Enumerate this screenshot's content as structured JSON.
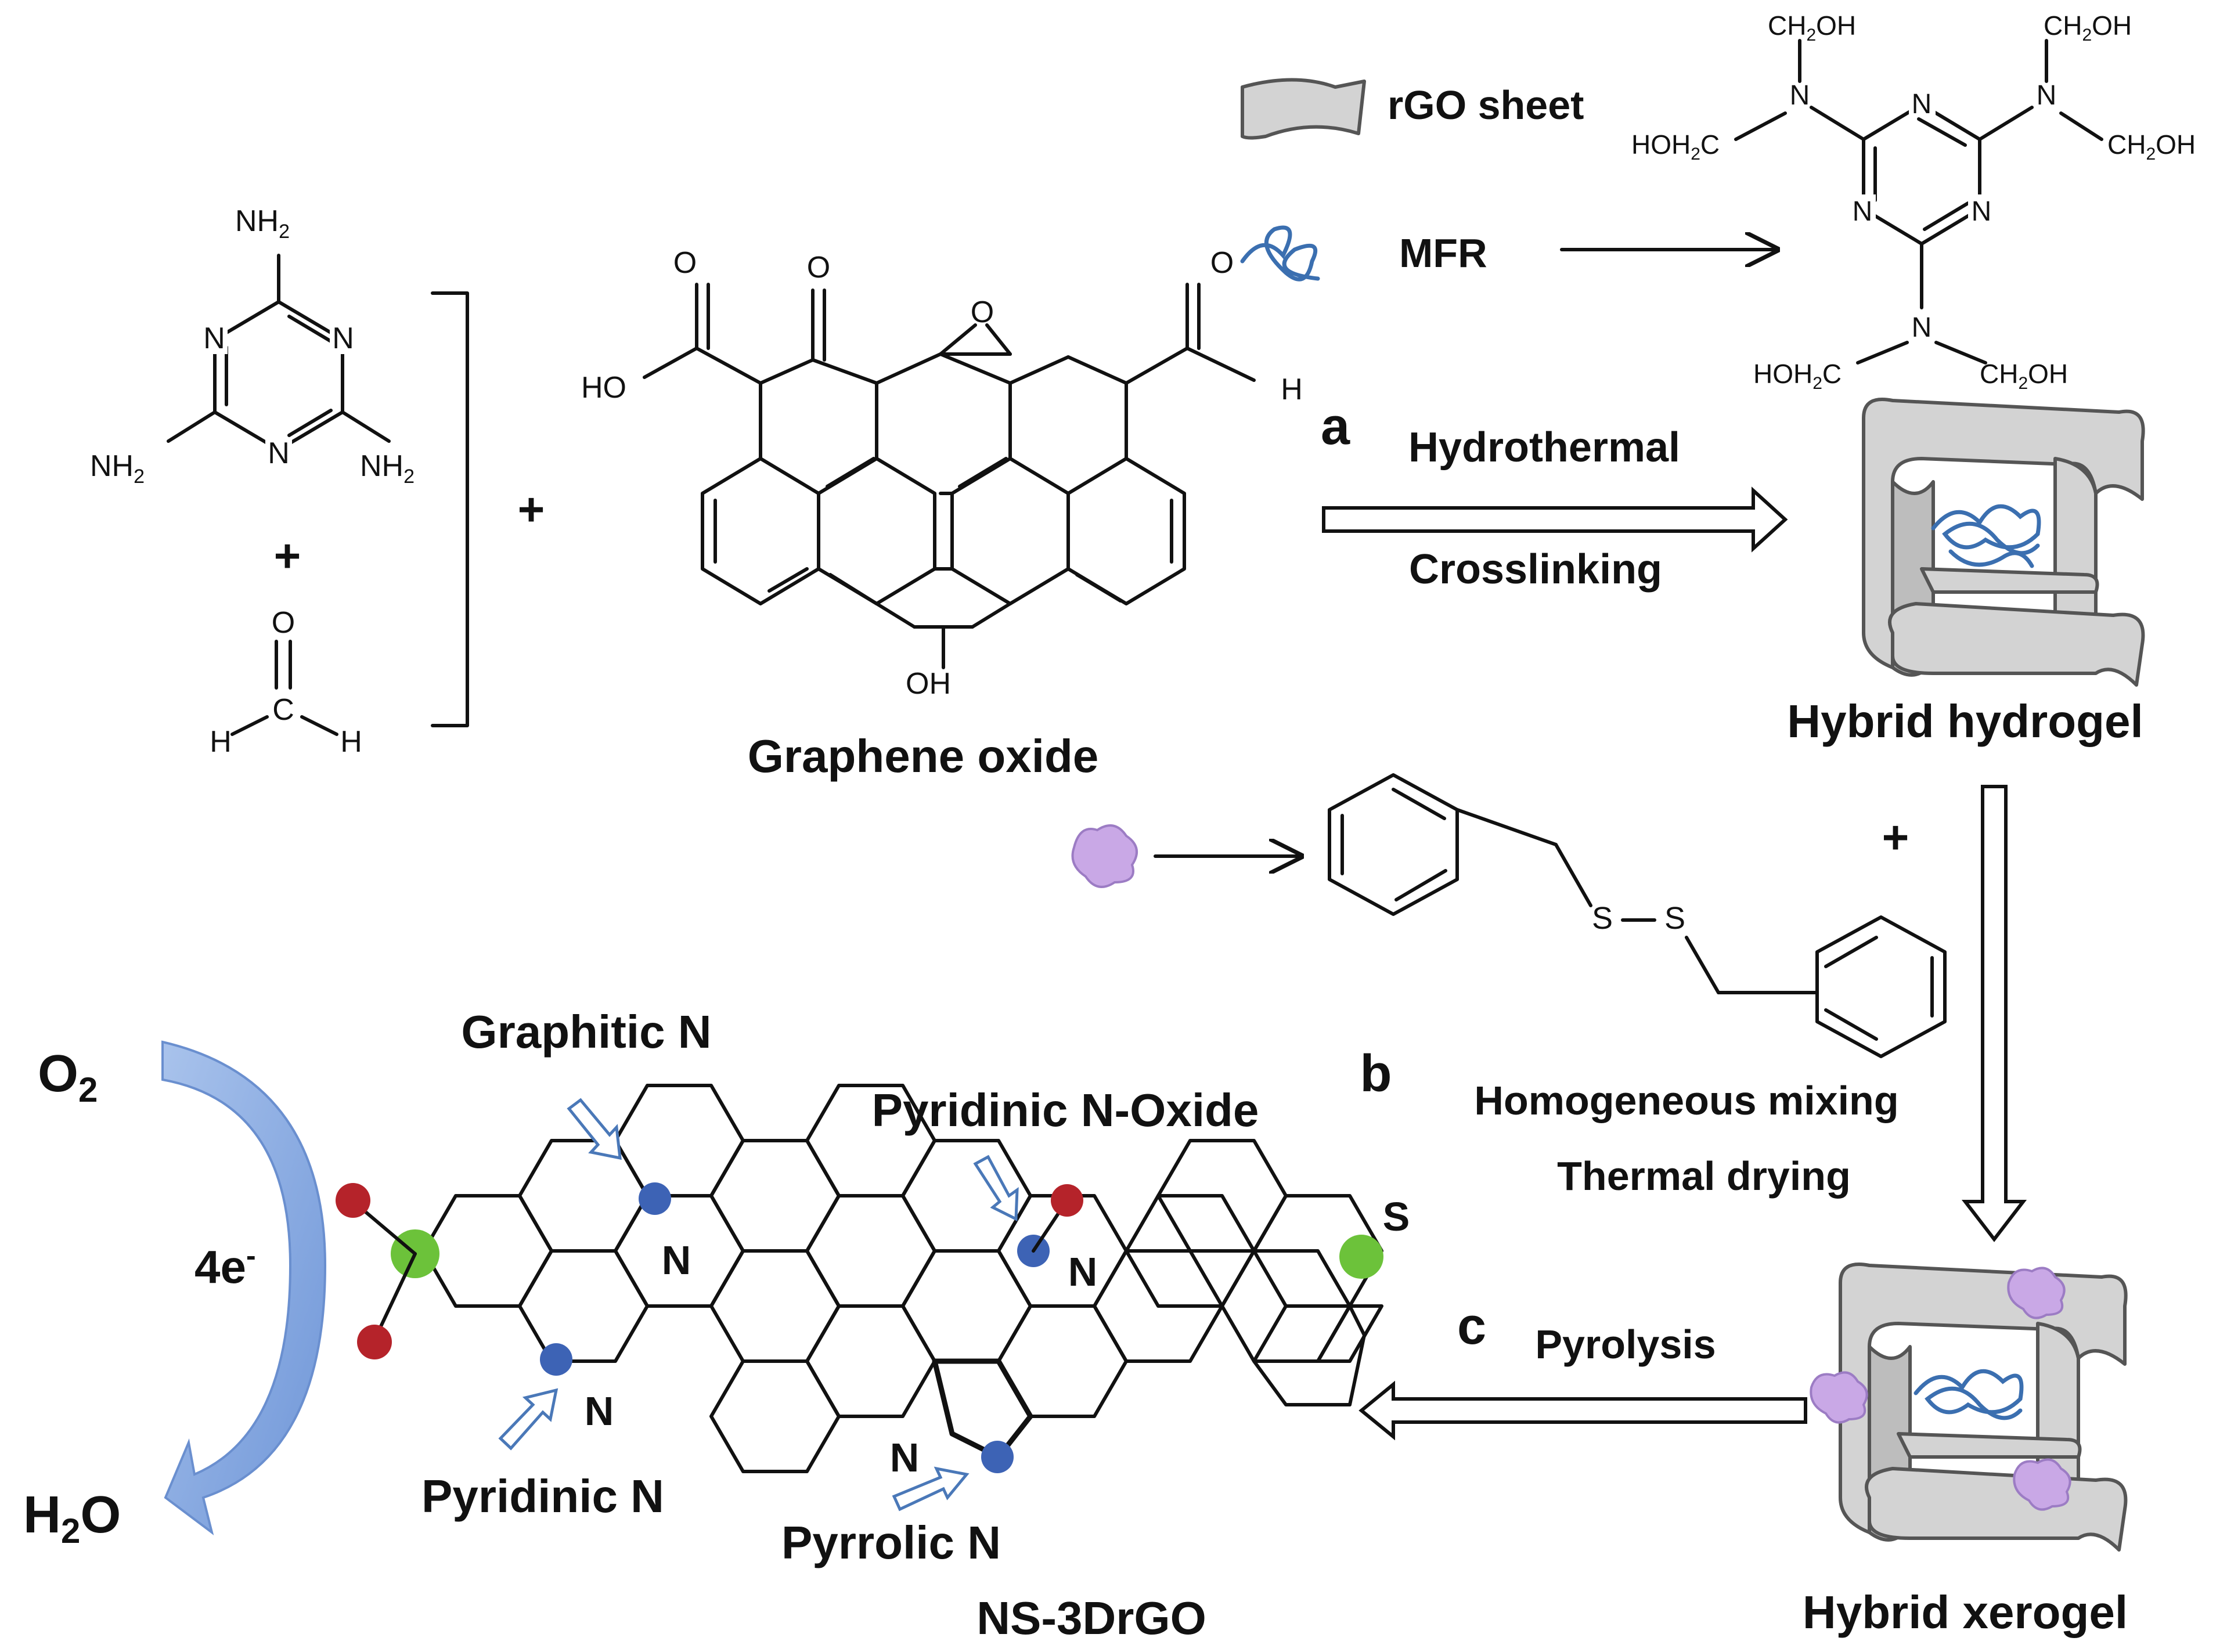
{
  "legend": {
    "rgo_sheet": "rGO sheet",
    "mfr": "MFR"
  },
  "melamine": {
    "nh2_top": "NH",
    "nh2_left": "NH",
    "nh2_right": "NH",
    "sub2": "2",
    "ring_n": "N"
  },
  "formaldehyde": {
    "o": "O",
    "c": "C",
    "h": "H"
  },
  "plus": "+",
  "graphene_oxide": {
    "label": "Graphene oxide",
    "ho": "HO",
    "o": "O",
    "oh": "OH",
    "h": "H"
  },
  "mfr_structure": {
    "ch2oh": "CH",
    "ch2oh_suffix": "OH",
    "hoh2c": "HOH",
    "hoh2c_suffix": "C",
    "n": "N",
    "sub2": "2",
    "ch2oh_right_clipped": "CH",
    "ch2oh_right_clipped_suffix": "OH"
  },
  "steps": {
    "a_letter": "a",
    "a_line1": "Hydrothermal",
    "a_line2": "Crosslinking",
    "b_letter": "b",
    "b_line1": "Homogeneous  mixing",
    "b_line2": "Thermal drying",
    "c_letter": "c",
    "c_line1": "Pyrolysis"
  },
  "products": {
    "hydrogel": "Hybrid hydrogel",
    "xerogel": "Hybrid xerogel",
    "final": "NS-3DrGO"
  },
  "disulfide": {
    "s": "S"
  },
  "nitrogen_types": {
    "graphitic": "Graphitic N",
    "pyridinic_oxide": "Pyridinic N-Oxide",
    "pyridinic": "Pyridinic N",
    "pyrrolic": "Pyrrolic N",
    "n": "N",
    "s": "S"
  },
  "orr": {
    "o2": "O",
    "o2_sub": "2",
    "electrons": "4e",
    "electrons_sup": "-",
    "h2o": "H",
    "h2o_sub": "2",
    "h2o_suffix": "O"
  },
  "colors": {
    "nitrogen_dot": "#3d63b5",
    "sulfur_dot": "#6cc23a",
    "oxygen_dot": "#b5232a",
    "sulfur_source": "#c9a8e6",
    "orr_arrow": "#a9c3ec",
    "sheet": "#d3d3d3",
    "mfr_chain": "#3b6fb0"
  }
}
